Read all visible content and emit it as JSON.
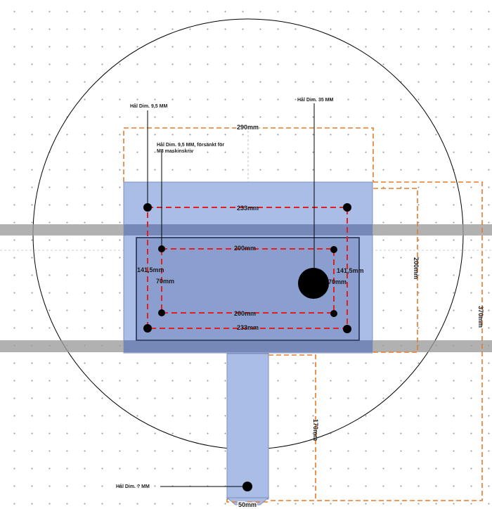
{
  "notes": {
    "hole_9_5": "Hål Dim. 9,5 MM",
    "hole_9_5_countersunk_line1": "Hål Dim. 9,5 MM, försänkt för",
    "hole_9_5_countersunk_line2": "M8 maskinskriv",
    "hole_35": "Hål Dim. 35 MM",
    "hole_unknown": "Hål Dim. ? MM"
  },
  "dimensions": {
    "outer_width": "290mm",
    "outer_height": "370mm",
    "plate_height": "200mm",
    "arm_height": "170mm",
    "arm_width": "50mm",
    "outer_holes_top": "233mm",
    "outer_holes_bottom": "233mm",
    "inner_holes_top": "200mm",
    "inner_holes_bottom": "200mm",
    "outer_holes_left": "141,5mm",
    "outer_holes_right": "141,5mm",
    "inner_holes_left": "70mm",
    "inner_holes_right": "70mm"
  },
  "colors": {
    "plate": "#a9bde6",
    "inner_plate": "#8a9fd0",
    "overlap": "#7588b8",
    "rail": "#9b9b9b",
    "dim_line": "#e87a28",
    "hole_line": "#e02020",
    "hole": "#000000"
  }
}
